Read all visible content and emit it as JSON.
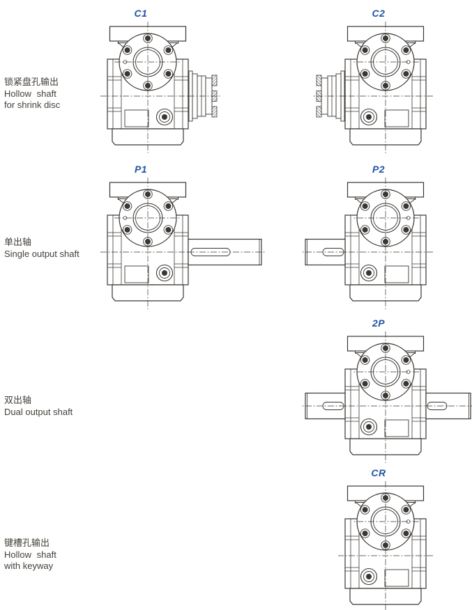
{
  "colors": {
    "accent": "#2155a3",
    "line": "#3a3632",
    "text": "#44403a",
    "background": "#ffffff"
  },
  "rows": [
    {
      "label_zh": "锁紧盘孔输出",
      "label_en": [
        "Hollow shaft",
        "for shrink disc"
      ],
      "variants": [
        {
          "code": "C1",
          "output_side": "right"
        },
        {
          "code": "C2",
          "output_side": "left"
        }
      ]
    },
    {
      "label_zh": "单出轴",
      "label_en": [
        "Single output shaft"
      ],
      "variants": [
        {
          "code": "P1",
          "output_side": "right"
        },
        {
          "code": "P2",
          "output_side": "left"
        }
      ]
    },
    {
      "label_zh": "双出轴",
      "label_en": [
        "Dual output shaft"
      ],
      "variants": [
        {
          "code": "2P",
          "output_side": "both"
        }
      ]
    },
    {
      "label_zh": "键槽孔输出",
      "label_en": [
        "Hollow shaft",
        "with keyway"
      ],
      "variants": [
        {
          "code": "CR",
          "output_side": "none"
        }
      ]
    }
  ]
}
